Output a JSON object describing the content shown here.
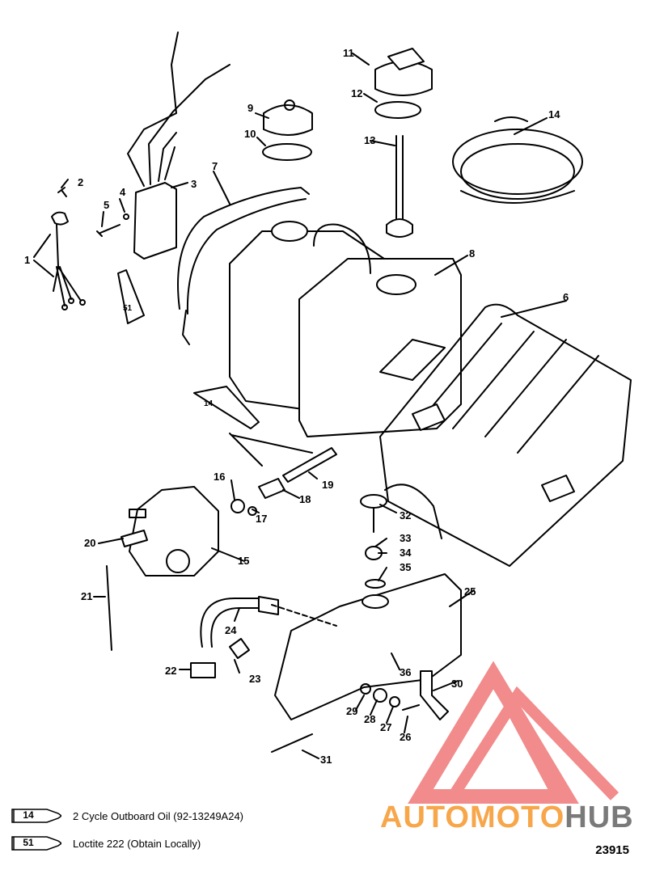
{
  "callouts": [
    "1",
    "2",
    "3",
    "4",
    "5",
    "6",
    "7",
    "8",
    "9",
    "10",
    "11",
    "12",
    "13",
    "14",
    "15",
    "16",
    "17",
    "18",
    "19",
    "20",
    "21",
    "22",
    "23",
    "24",
    "25",
    "26",
    "27",
    "28",
    "29",
    "30",
    "31",
    "32",
    "33",
    "34",
    "35",
    "36",
    "14",
    "51"
  ],
  "legend": [
    {
      "code": "14",
      "text": "2 Cycle Outboard Oil (92-13249A24)"
    },
    {
      "code": "51",
      "text": "Loctite 222  (Obtain Locally)"
    }
  ],
  "figure_number": "23915",
  "watermark": {
    "part1": "AUTOMOTO",
    "part2": "HUB",
    "color1": "#f7a64a",
    "color2": "#7a7a7a",
    "logo_color": "#f28b8b"
  }
}
